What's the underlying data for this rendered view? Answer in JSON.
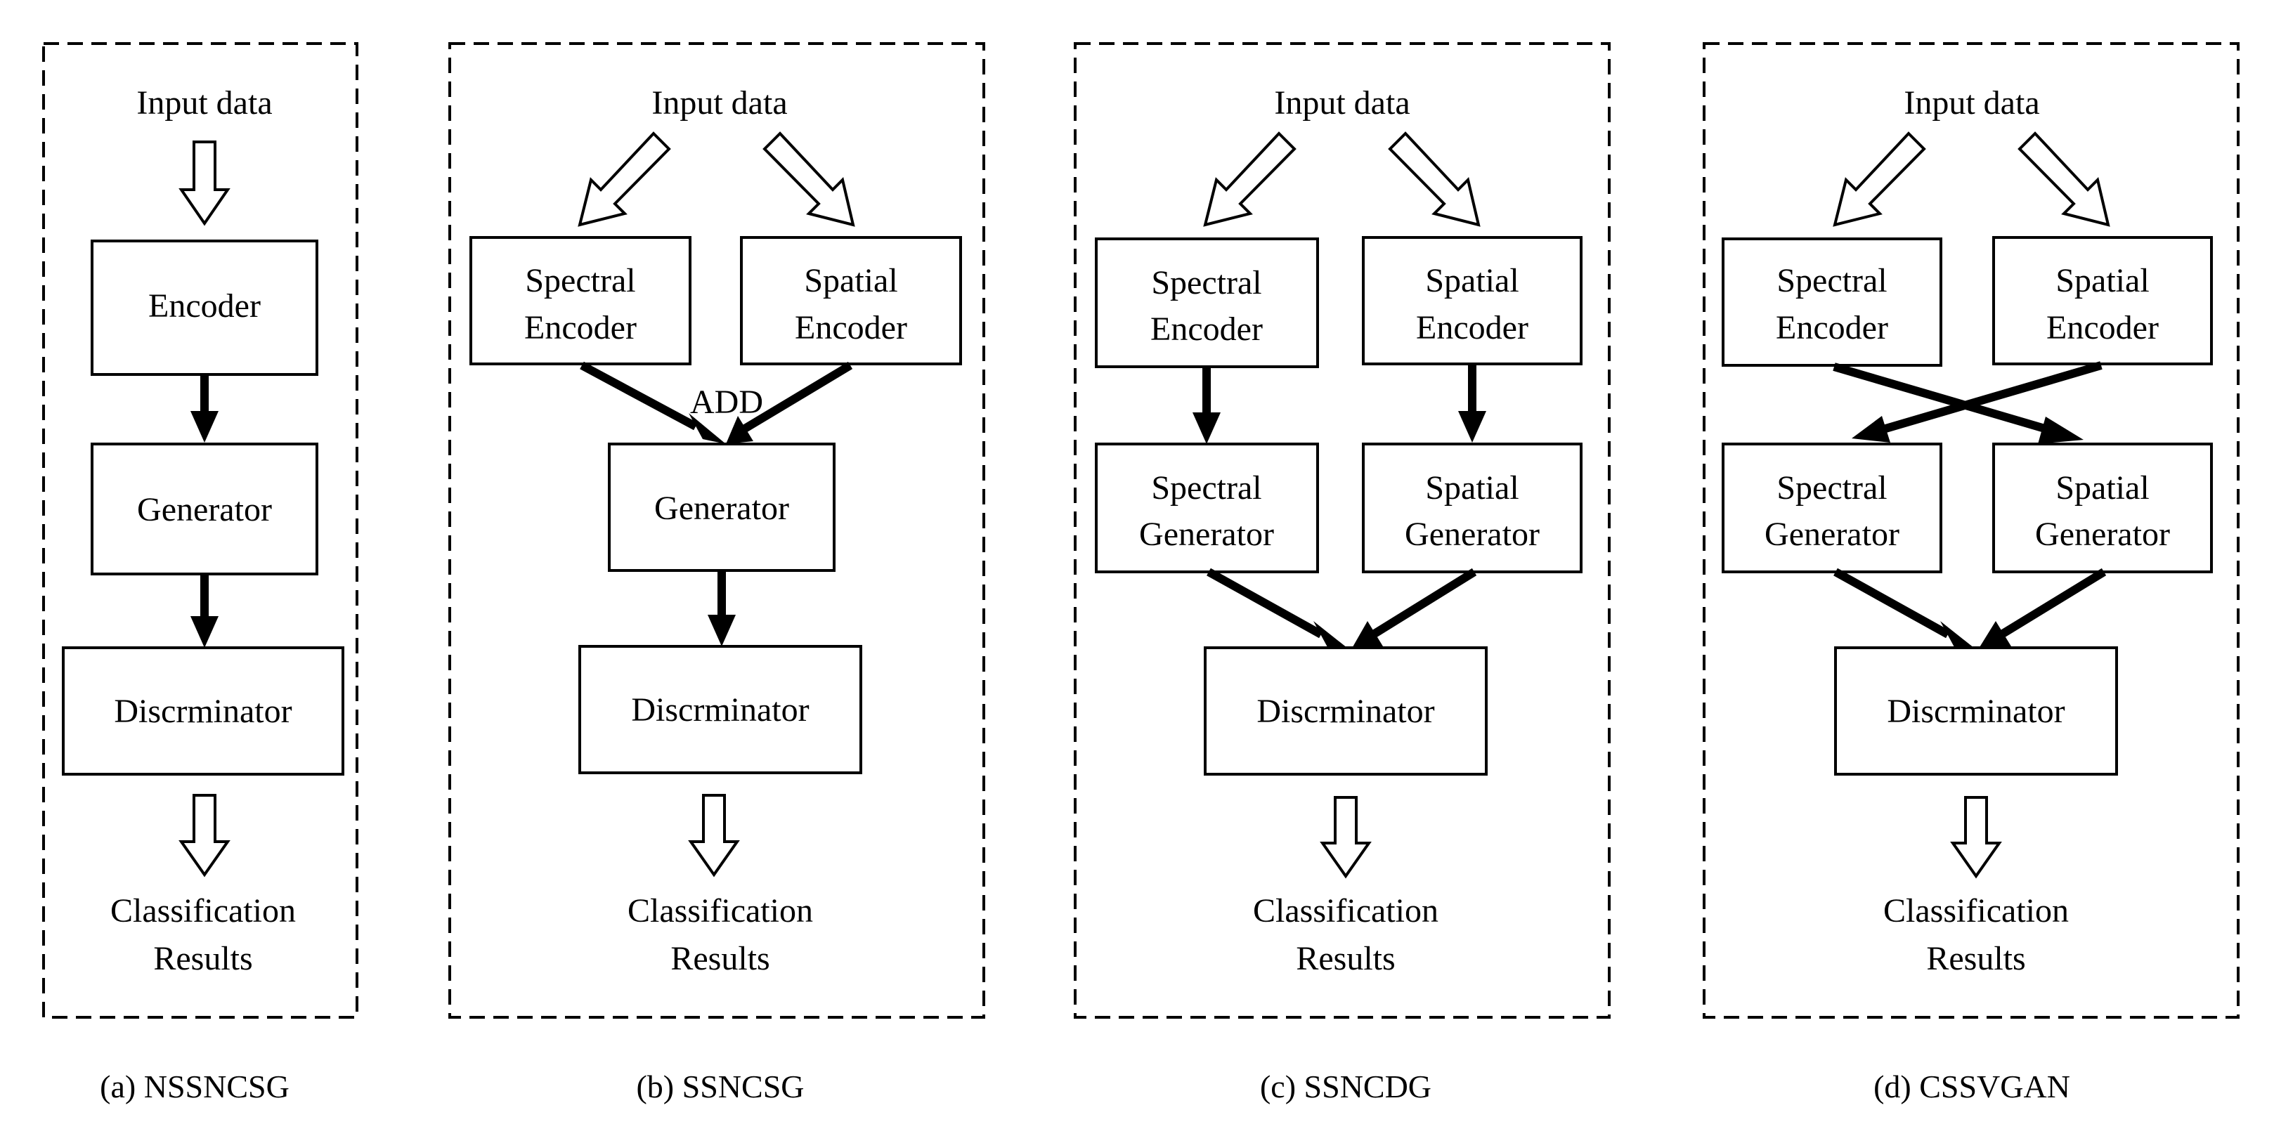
{
  "panels": [
    {
      "input": "Input data",
      "encoder": "Encoder",
      "generator": "Generator",
      "discriminator": "Discrminator",
      "result_line1": "Classification",
      "result_line2": "Results",
      "caption": "(a) NSSNCSG"
    },
    {
      "input": "Input data",
      "spectral_encoder_l1": "Spectral",
      "spectral_encoder_l2": "Encoder",
      "spatial_encoder_l1": "Spatial",
      "spatial_encoder_l2": "Encoder",
      "add_label": "ADD",
      "generator": "Generator",
      "discriminator": "Discrminator",
      "result_line1": "Classification",
      "result_line2": "Results",
      "caption": "(b) SSNCSG"
    },
    {
      "input": "Input data",
      "spectral_encoder_l1": "Spectral",
      "spectral_encoder_l2": "Encoder",
      "spatial_encoder_l1": "Spatial",
      "spatial_encoder_l2": "Encoder",
      "spectral_generator_l1": "Spectral",
      "spectral_generator_l2": "Generator",
      "spatial_generator_l1": "Spatial",
      "spatial_generator_l2": "Generator",
      "discriminator": "Discrminator",
      "result_line1": "Classification",
      "result_line2": "Results",
      "caption": "(c) SSNCDG"
    },
    {
      "input": "Input data",
      "spectral_encoder_l1": "Spectral",
      "spectral_encoder_l2": "Encoder",
      "spatial_encoder_l1": "Spatial",
      "spatial_encoder_l2": "Encoder",
      "spectral_generator_l1": "Spectral",
      "spectral_generator_l2": "Generator",
      "spatial_generator_l1": "Spatial",
      "spatial_generator_l2": "Generator",
      "discriminator": "Discrminator",
      "result_line1": "Classification",
      "result_line2": "Results",
      "caption": "(d) CSSVGAN"
    }
  ]
}
